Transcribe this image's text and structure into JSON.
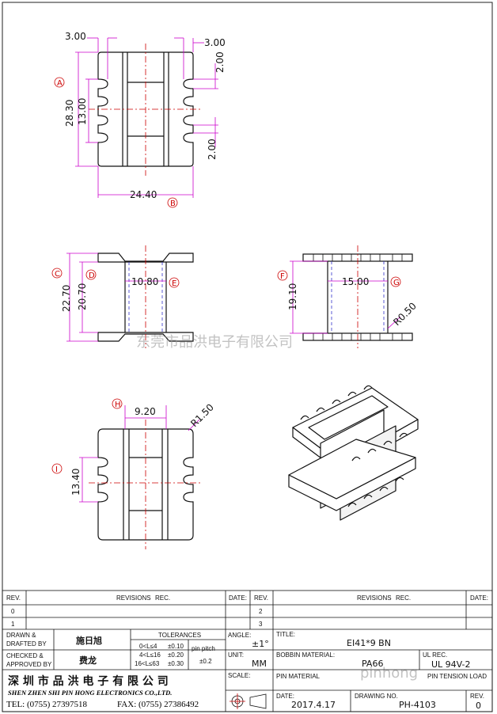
{
  "dimensions": {
    "top_left_3": "3.00",
    "top_right_3": "3.00",
    "height_28_30": "28.30",
    "inner_13_00": "13.00",
    "slot_2_top": "2.00",
    "slot_2_bottom": "2.00",
    "width_24_40": "24.40",
    "height_22_70": "22.70",
    "height_20_70": "20.70",
    "inner_10_80": "10.80",
    "height_19_10": "19.10",
    "inner_15_00": "15.00",
    "radius_0_50": "R0.50",
    "inner_9_20": "9.20",
    "radius_1_50": "R1.50",
    "inner_13_40": "13.40"
  },
  "callouts": [
    "A",
    "B",
    "C",
    "D",
    "E",
    "F",
    "G",
    "H",
    "I"
  ],
  "watermark": {
    "top": "东莞市品洪电子有限公司",
    "bottom": "pinhong"
  },
  "title_block": {
    "rev_header": "REV.",
    "revisions_header": "REVISIONS",
    "rec_header": "REC.",
    "date_header": "DATE:",
    "rev_rows_left": [
      "0",
      "1"
    ],
    "rev_rows_right": [
      "2",
      "3"
    ],
    "drawn_label_1": "DRAWN &",
    "drawn_label_2": "DRAFTED BY",
    "drawn_by": "施日旭",
    "checked_label_1": "CHECKED &",
    "checked_label_2": "APPROVED BY",
    "checked_by": "费龙",
    "tolerances_header": "TOLERANCES",
    "tol_rows": [
      {
        "range": "0<L≤4",
        "value": "±0.10"
      },
      {
        "range": "4<L≤16",
        "value": "±0.20"
      },
      {
        "range": "16<L≤63",
        "value": "±0.30"
      }
    ],
    "pin_pitch_label": "pin pitch",
    "pin_pitch_value": "±0.2",
    "angle_label": "ANGLE:",
    "angle_value": "±1°",
    "unit_label": "UNIT:",
    "unit_value": "MM",
    "scale_label": "SCALE:",
    "title_label": "TITLE:",
    "title_value": "EI41*9 BN",
    "bobbin_label": "BOBBIN MATERIAL:",
    "bobbin_value": "PA66",
    "ul_label": "UL REC.",
    "ul_value": "UL 94V-2",
    "pin_material_label": "PIN MATERIAL",
    "pin_tension_label": "PIN TENSION LOAD",
    "date_label": "DATE:",
    "date_value": "2017.4.17",
    "drawing_no_label": "DRAWING NO.",
    "drawing_no_value": "PH-4103",
    "rev_label": "REV.",
    "rev_value": "0",
    "company_cn": "深 圳 市 品 洪 电 子 有 限 公 司",
    "company_en": "SHEN ZHEN SHI PIN HONG ELECTRONICS CO.,LTD.",
    "tel": "TEL: (0755) 27397518",
    "fax": "FAX: (0755) 27386492"
  }
}
